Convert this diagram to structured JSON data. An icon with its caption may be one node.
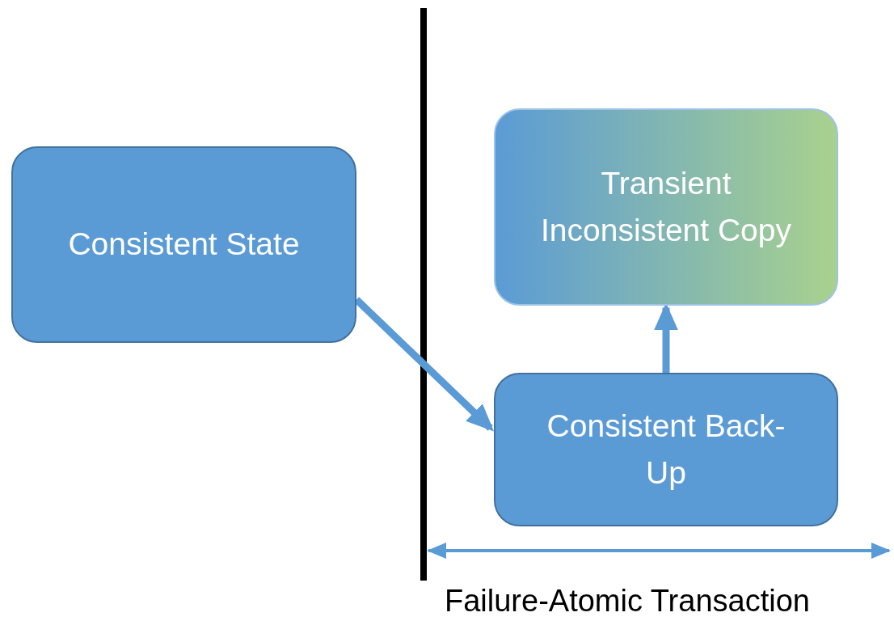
{
  "diagram": {
    "nodes": [
      {
        "text": [
          "Consistent State"
        ]
      },
      {
        "text": [
          "Transient Inconsistent Copy"
        ]
      },
      {
        "text": [
          "Consistent Back-Up"
        ]
      }
    ],
    "edges": [
      {
        "from": 0,
        "to": 2,
        "arrow": "to"
      },
      {
        "from": 2,
        "to": 1,
        "arrow": "to"
      }
    ],
    "labels": [
      "Failure-Atomic Transaction"
    ]
  }
}
